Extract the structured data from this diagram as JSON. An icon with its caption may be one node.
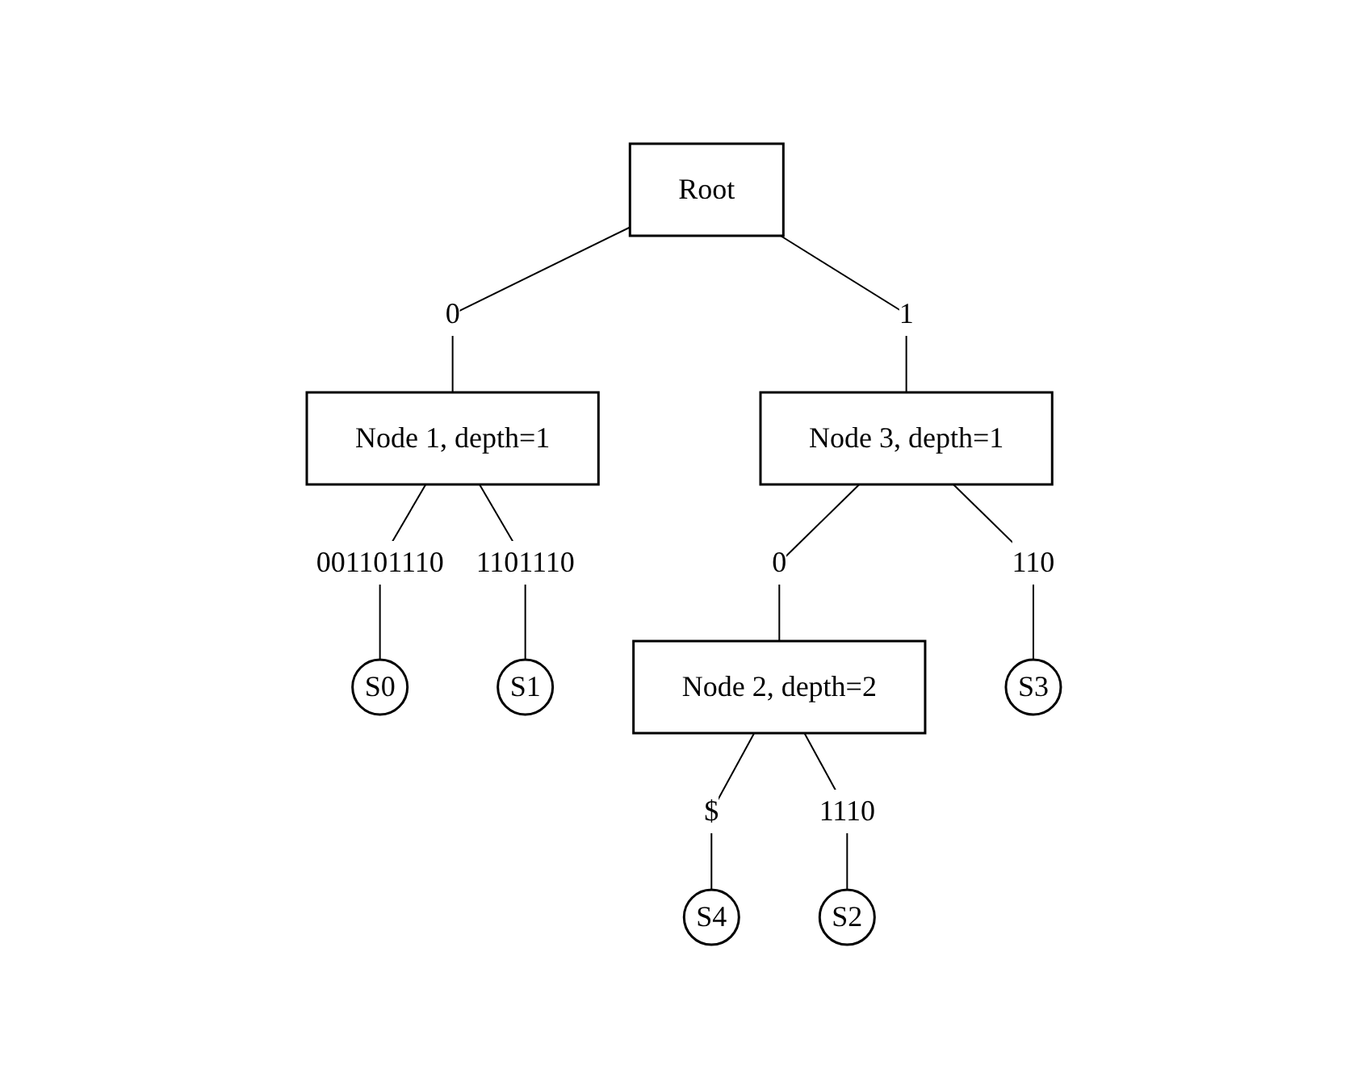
{
  "diagram": {
    "nodes": [
      {
        "text": [
          "Root"
        ]
      },
      {
        "text": [
          "Node 1, depth=1"
        ]
      },
      {
        "text": [
          "Node 3, depth=1"
        ]
      },
      {
        "text": [
          "S0"
        ]
      },
      {
        "text": [
          "S1"
        ]
      },
      {
        "text": [
          "Node 2, depth=2"
        ]
      },
      {
        "text": [
          "S3"
        ]
      },
      {
        "text": [
          "S4"
        ]
      },
      {
        "text": [
          "S2"
        ]
      }
    ],
    "edges": [
      {
        "from": 0,
        "to": 1,
        "arrow": "none",
        "label": "0"
      },
      {
        "from": 0,
        "to": 2,
        "arrow": "none",
        "label": "1"
      },
      {
        "from": 1,
        "to": 3,
        "arrow": "none",
        "label": "001101110"
      },
      {
        "from": 1,
        "to": 4,
        "arrow": "none",
        "label": "1101110"
      },
      {
        "from": 2,
        "to": 5,
        "arrow": "none",
        "label": "0"
      },
      {
        "from": 2,
        "to": 6,
        "arrow": "none",
        "label": "110"
      },
      {
        "from": 5,
        "to": 7,
        "arrow": "none",
        "label": "$"
      },
      {
        "from": 5,
        "to": 8,
        "arrow": "none",
        "label": "1110"
      }
    ]
  }
}
